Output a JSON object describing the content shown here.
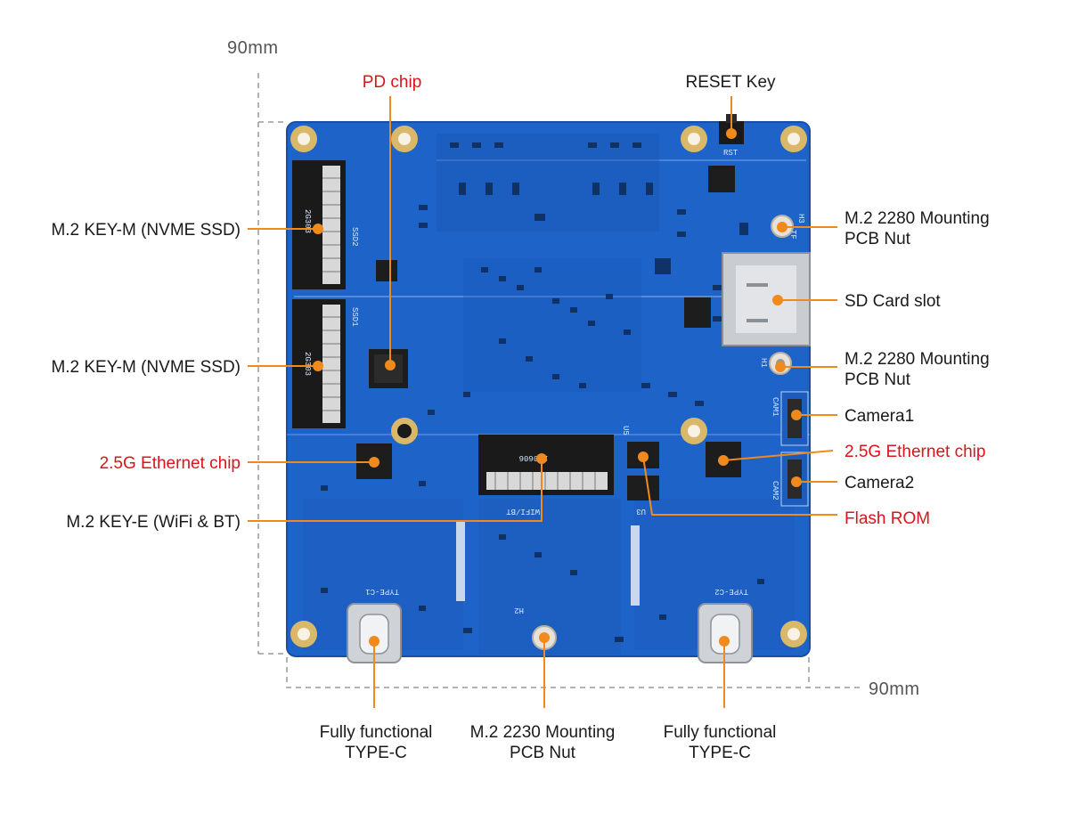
{
  "dimensions": {
    "height": "90mm",
    "width": "90mm"
  },
  "colors": {
    "board": "#1e63c8",
    "board_dark": "#1852aa",
    "callout": "#f08a1c",
    "highlight_text": "#d9141b",
    "text": "#1a1a1a",
    "gold": "#d9b86a"
  },
  "labels": {
    "pd_chip": "PD chip",
    "reset_key": "RESET Key",
    "m2_keym_1": "M.2 KEY-M (NVME SSD)",
    "m2_keym_2": "M.2 KEY-M (NVME SSD)",
    "eth_chip_left": "2.5G Ethernet chip",
    "m2_keye": "M.2 KEY-E (WiFi & BT)",
    "m2_2280_nut_1": [
      "M.2 2280 Mounting",
      "PCB Nut"
    ],
    "sd_slot": "SD Card slot",
    "m2_2280_nut_2": [
      "M.2 2280 Mounting",
      "PCB Nut"
    ],
    "camera1": "Camera1",
    "eth_chip_right": "2.5G Ethernet chip",
    "camera2": "Camera2",
    "flash_rom": "Flash ROM",
    "typec_left": [
      "Fully functional",
      "TYPE-C"
    ],
    "m2_2230_nut": [
      "M.2 2230 Mounting",
      "PCB Nut"
    ],
    "typec_right": [
      "Fully functional",
      "TYPE-C"
    ]
  },
  "silkscreen": {
    "ssd2": "SSD2",
    "ssd1": "SSD1",
    "m2_code_1": "2G303",
    "m2_code_2": "2G303",
    "m2e_code": "260606",
    "wifi_bt": "WIFI/BT",
    "cam1": "CAM1",
    "cam2": "CAM2",
    "typec1": "TYPE-C1",
    "typec2": "TYPE-C2",
    "h1": "H1",
    "h2": "H2",
    "h3": "H3",
    "tf": "TF",
    "rst": "RST",
    "u3": "U3",
    "u5": "U5"
  }
}
